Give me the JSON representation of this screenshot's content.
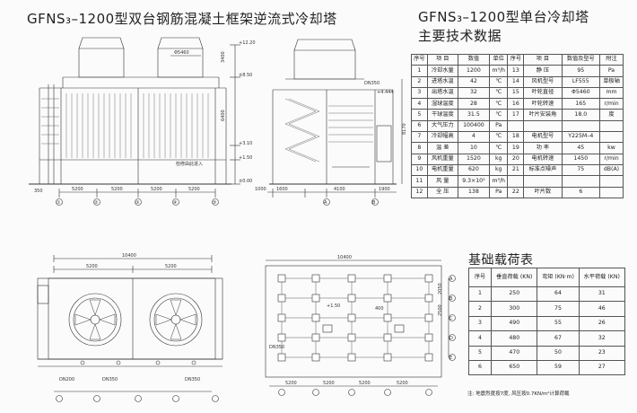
{
  "titles": {
    "left": "GFNS₃–1200型双台钢筋混凝土框架逆流式冷却塔",
    "right_line1": "GFNS₃–1200型单台冷却塔",
    "right_line2": "主要技术数据",
    "base": "基础载荷表"
  },
  "spec_table": {
    "headers": [
      "序号",
      "项  目",
      "数值",
      "单位",
      "序号",
      "项  目",
      "数值及型号",
      "附注"
    ],
    "rows": [
      [
        "1",
        "冷却水量",
        "1200",
        "m³/h",
        "13",
        "静  压",
        "95",
        "Pa"
      ],
      [
        "2",
        "进塔水温",
        "42",
        "℃",
        "14",
        "风机型号",
        "LF555",
        "单极轴"
      ],
      [
        "3",
        "出塔水温",
        "32",
        "℃",
        "15",
        "叶轮直径",
        "Φ5460",
        "mm"
      ],
      [
        "4",
        "湿球温度",
        "28",
        "℃",
        "16",
        "叶轮转速",
        "165",
        "r/min"
      ],
      [
        "5",
        "干球温度",
        "31.5",
        "℃",
        "17",
        "叶片安装角",
        "18.0",
        "度"
      ],
      [
        "6",
        "大气压力",
        "100400",
        "Pa",
        "",
        "",
        "",
        ""
      ],
      [
        "7",
        "冷却幅高",
        "4",
        "℃",
        "18",
        "电机型号",
        "Y225M–4",
        ""
      ],
      [
        "8",
        "温  差",
        "10",
        "℃",
        "19",
        "功  率",
        "45",
        "kw"
      ],
      [
        "9",
        "风机重量",
        "1520",
        "kg",
        "20",
        "电机转速",
        "1450",
        "r/min"
      ],
      [
        "10",
        "电机重量",
        "620",
        "kg",
        "21",
        "标准点噪声",
        "75",
        "dB(A)"
      ],
      [
        "11",
        "风  量",
        "9.3×10⁵",
        "m³/h",
        "",
        "",
        "",
        ""
      ],
      [
        "12",
        "全  压",
        "138",
        "Pa",
        "22",
        "叶片数",
        "6",
        ""
      ]
    ]
  },
  "base_table": {
    "headers": [
      "序号",
      "垂直荷载 (KN)",
      "弯矩 (KN·m)",
      "水平荷载 (KN)"
    ],
    "rows": [
      [
        "1",
        "250",
        "64",
        "31"
      ],
      [
        "2",
        "300",
        "75",
        "46"
      ],
      [
        "3",
        "490",
        "55",
        "26"
      ],
      [
        "4",
        "480",
        "67",
        "32"
      ],
      [
        "5",
        "470",
        "50",
        "23"
      ],
      [
        "6",
        "650",
        "59",
        "27"
      ]
    ],
    "note": "注: 地震烈度按7度, 风压按0.7KN/m²计算荷载"
  },
  "drawing_labels": {
    "elev_top": "+12.20",
    "elev_mid": "±8.50",
    "elev_310": "+3.10",
    "elev_150": "+1.50",
    "elev_0": "±0.00",
    "elev_444": "+4.444",
    "dim_5460": "Φ5460",
    "dim_3400": "3400",
    "dim_6400": "6400",
    "dim_10400": "10400",
    "dim_5200": "5200",
    "dim_350": "350",
    "dim_1600": "1600",
    "dim_4100": "4100",
    "dim_1900": "1900",
    "dim_8170": "8170",
    "dim_1000": "1000",
    "dim_2050": "2050",
    "dim_2500": "2500",
    "dim_400": "400",
    "dn350": "DN350",
    "dn200": "DN200",
    "inlet_note": "检修由此进入",
    "axes": [
      "①",
      "②",
      "③",
      "④",
      "⑤"
    ],
    "rows_abc": [
      "A",
      "B",
      "C",
      "D",
      "E"
    ]
  }
}
